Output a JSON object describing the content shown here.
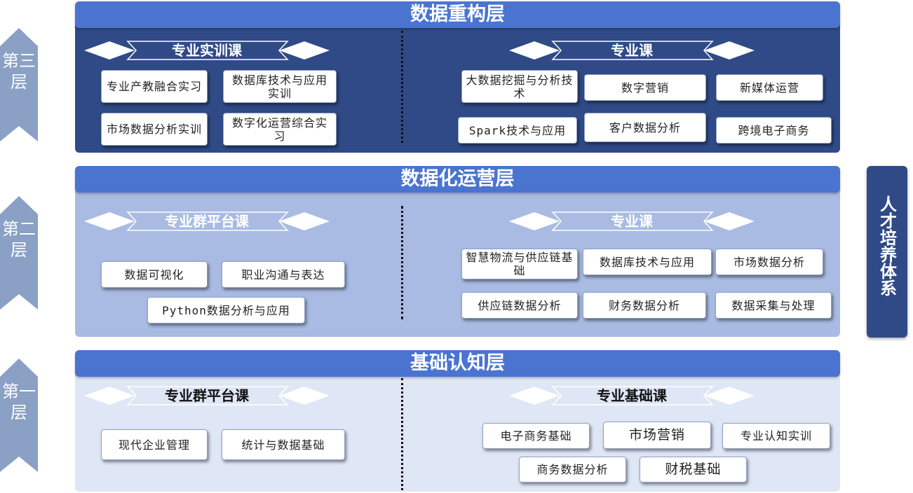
{
  "colors": {
    "level_arrow": "#8aa0c4",
    "banner": "#4a74cf",
    "layer3_bg": "#2f4a86",
    "layer2_bg": "#a9bbe2",
    "layer1_bg": "#dfe6f5",
    "side_box": "#2f4a86"
  },
  "levels": [
    "第三层",
    "第二层",
    "第一层"
  ],
  "side_label": "人才培养体系",
  "layer3": {
    "title": "数据重构层",
    "left": {
      "header": "专业实训课",
      "courses": [
        "专业产教融合实习",
        "数据库技术与应用实训",
        "市场数据分析实训",
        "数字化运营综合实习"
      ]
    },
    "right": {
      "header": "专业课",
      "courses": [
        "大数据挖掘与分析技术",
        "数字营销",
        "新媒体运营",
        "Spark技术与应用",
        "客户数据分析",
        "跨境电子商务"
      ]
    }
  },
  "layer2": {
    "title": "数据化运营层",
    "left": {
      "header": "专业群平台课",
      "courses": [
        "数据可视化",
        "职业沟通与表达",
        "Python数据分析与应用"
      ]
    },
    "right": {
      "header": "专业课",
      "courses": [
        "智慧物流与供应链基础",
        "数据库技术与应用",
        "市场数据分析",
        "供应链数据分析",
        "财务数据分析",
        "数据采集与处理"
      ]
    }
  },
  "layer1": {
    "title": "基础认知层",
    "left": {
      "header": "专业群平台课",
      "courses": [
        "现代企业管理",
        "统计与数据基础"
      ]
    },
    "right": {
      "header": "专业基础课",
      "courses": [
        "电子商务基础",
        "市场营销",
        "专业认知实训",
        "商务数据分析",
        "财税基础"
      ]
    }
  }
}
